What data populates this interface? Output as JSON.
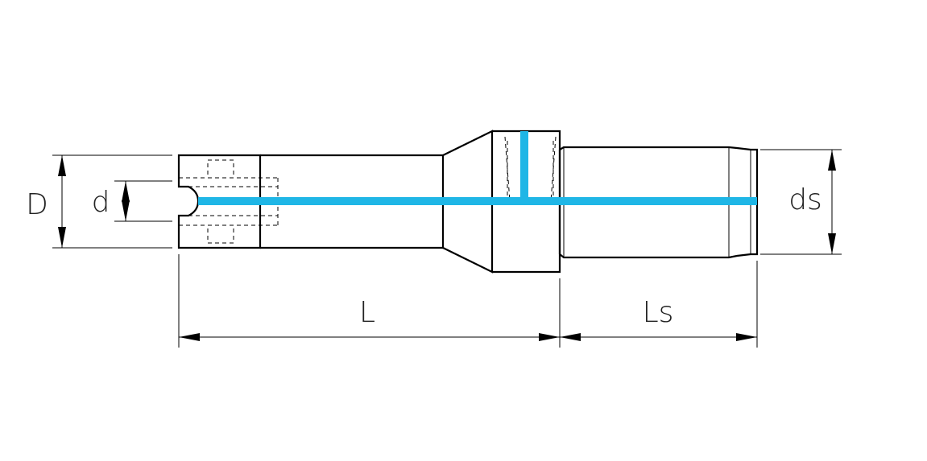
{
  "labels": {
    "D": "D",
    "d": "d",
    "L": "L",
    "Ls": "Ls",
    "ds": "ds"
  },
  "colors": {
    "coolant": "#1FB6E6",
    "line": "#000000"
  }
}
